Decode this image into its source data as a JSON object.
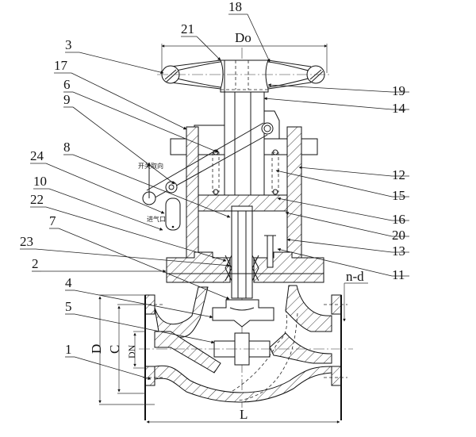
{
  "drawing": {
    "title": "Valve sectional assembly drawing",
    "part_labels": [
      {
        "id": "3"
      },
      {
        "id": "17"
      },
      {
        "id": "6"
      },
      {
        "id": "9"
      },
      {
        "id": "8"
      },
      {
        "id": "24"
      },
      {
        "id": "10"
      },
      {
        "id": "22"
      },
      {
        "id": "7"
      },
      {
        "id": "23"
      },
      {
        "id": "2"
      },
      {
        "id": "4"
      },
      {
        "id": "5"
      },
      {
        "id": "1"
      },
      {
        "id": "21"
      },
      {
        "id": "18"
      },
      {
        "id": "19"
      },
      {
        "id": "14"
      },
      {
        "id": "12"
      },
      {
        "id": "15"
      },
      {
        "id": "16"
      },
      {
        "id": "20"
      },
      {
        "id": "13"
      },
      {
        "id": "11"
      }
    ],
    "dimensions": {
      "handwheel_diameter": "Do",
      "flange_outer": "D",
      "bolt_circle": "C",
      "nominal": "DN",
      "length": "L",
      "holes": "n-d"
    },
    "annotations": {
      "switch_direction": "开关取向",
      "air_inlet": "进气口"
    }
  }
}
